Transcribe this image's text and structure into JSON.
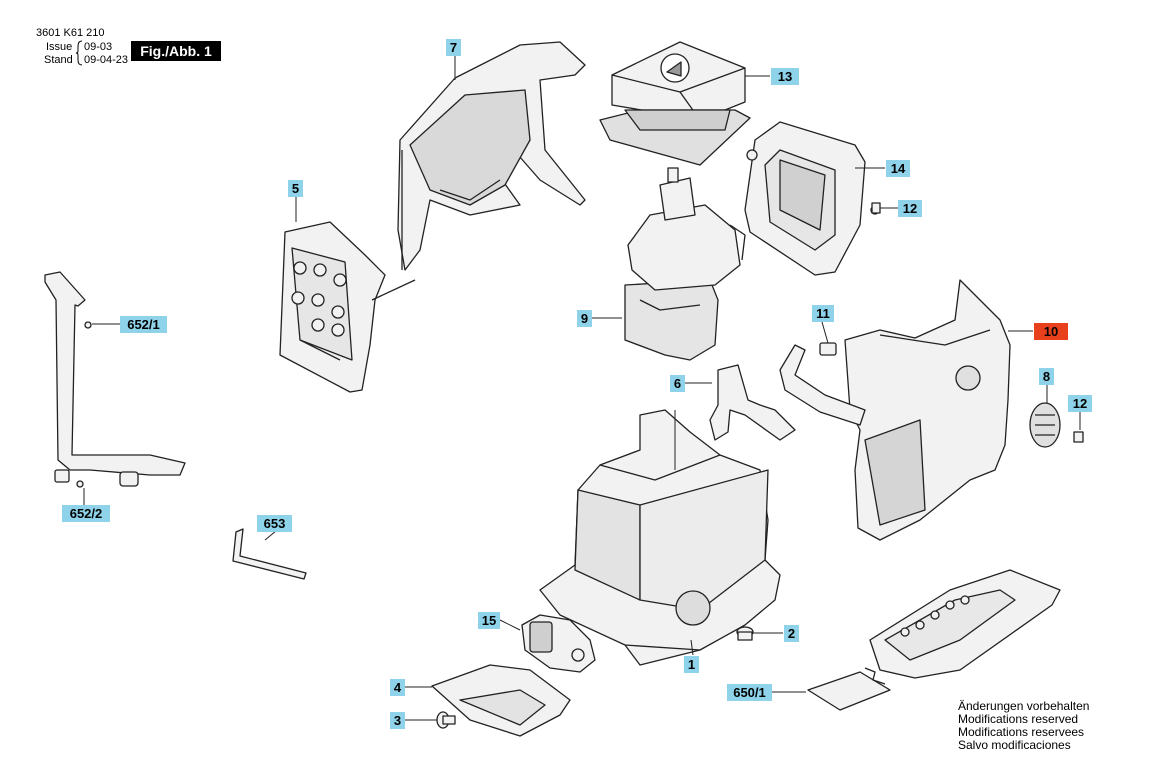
{
  "header": {
    "doc_number": "3601 K61 210",
    "issue_label": "Issue",
    "issue_value": "09-03",
    "stand_label": "Stand",
    "stand_value": "09-04-23",
    "figure_title": "Fig./Abb. 1"
  },
  "parts": [
    {
      "label": "1",
      "highlighted": false
    },
    {
      "label": "2",
      "highlighted": false
    },
    {
      "label": "3",
      "highlighted": false
    },
    {
      "label": "4",
      "highlighted": false
    },
    {
      "label": "5",
      "highlighted": false
    },
    {
      "label": "6",
      "highlighted": false
    },
    {
      "label": "7",
      "highlighted": false
    },
    {
      "label": "8",
      "highlighted": false
    },
    {
      "label": "9",
      "highlighted": false
    },
    {
      "label": "10",
      "highlighted": true
    },
    {
      "label": "11",
      "highlighted": false
    },
    {
      "label": "12",
      "highlighted": false
    },
    {
      "label": "12",
      "highlighted": false
    },
    {
      "label": "13",
      "highlighted": false
    },
    {
      "label": "14",
      "highlighted": false
    },
    {
      "label": "15",
      "highlighted": false
    },
    {
      "label": "650/1",
      "highlighted": false
    },
    {
      "label": "652/1",
      "highlighted": false
    },
    {
      "label": "652/2",
      "highlighted": false
    },
    {
      "label": "653",
      "highlighted": false
    }
  ],
  "notes": [
    "Änderungen vorbehalten",
    "Modifications reserved",
    "Modifications reservees",
    "Salvo modificaciones"
  ],
  "colors": {
    "callout": "#8fd3ea",
    "callout_highlight": "#e8401c",
    "figure_title_bg": "#000000"
  }
}
